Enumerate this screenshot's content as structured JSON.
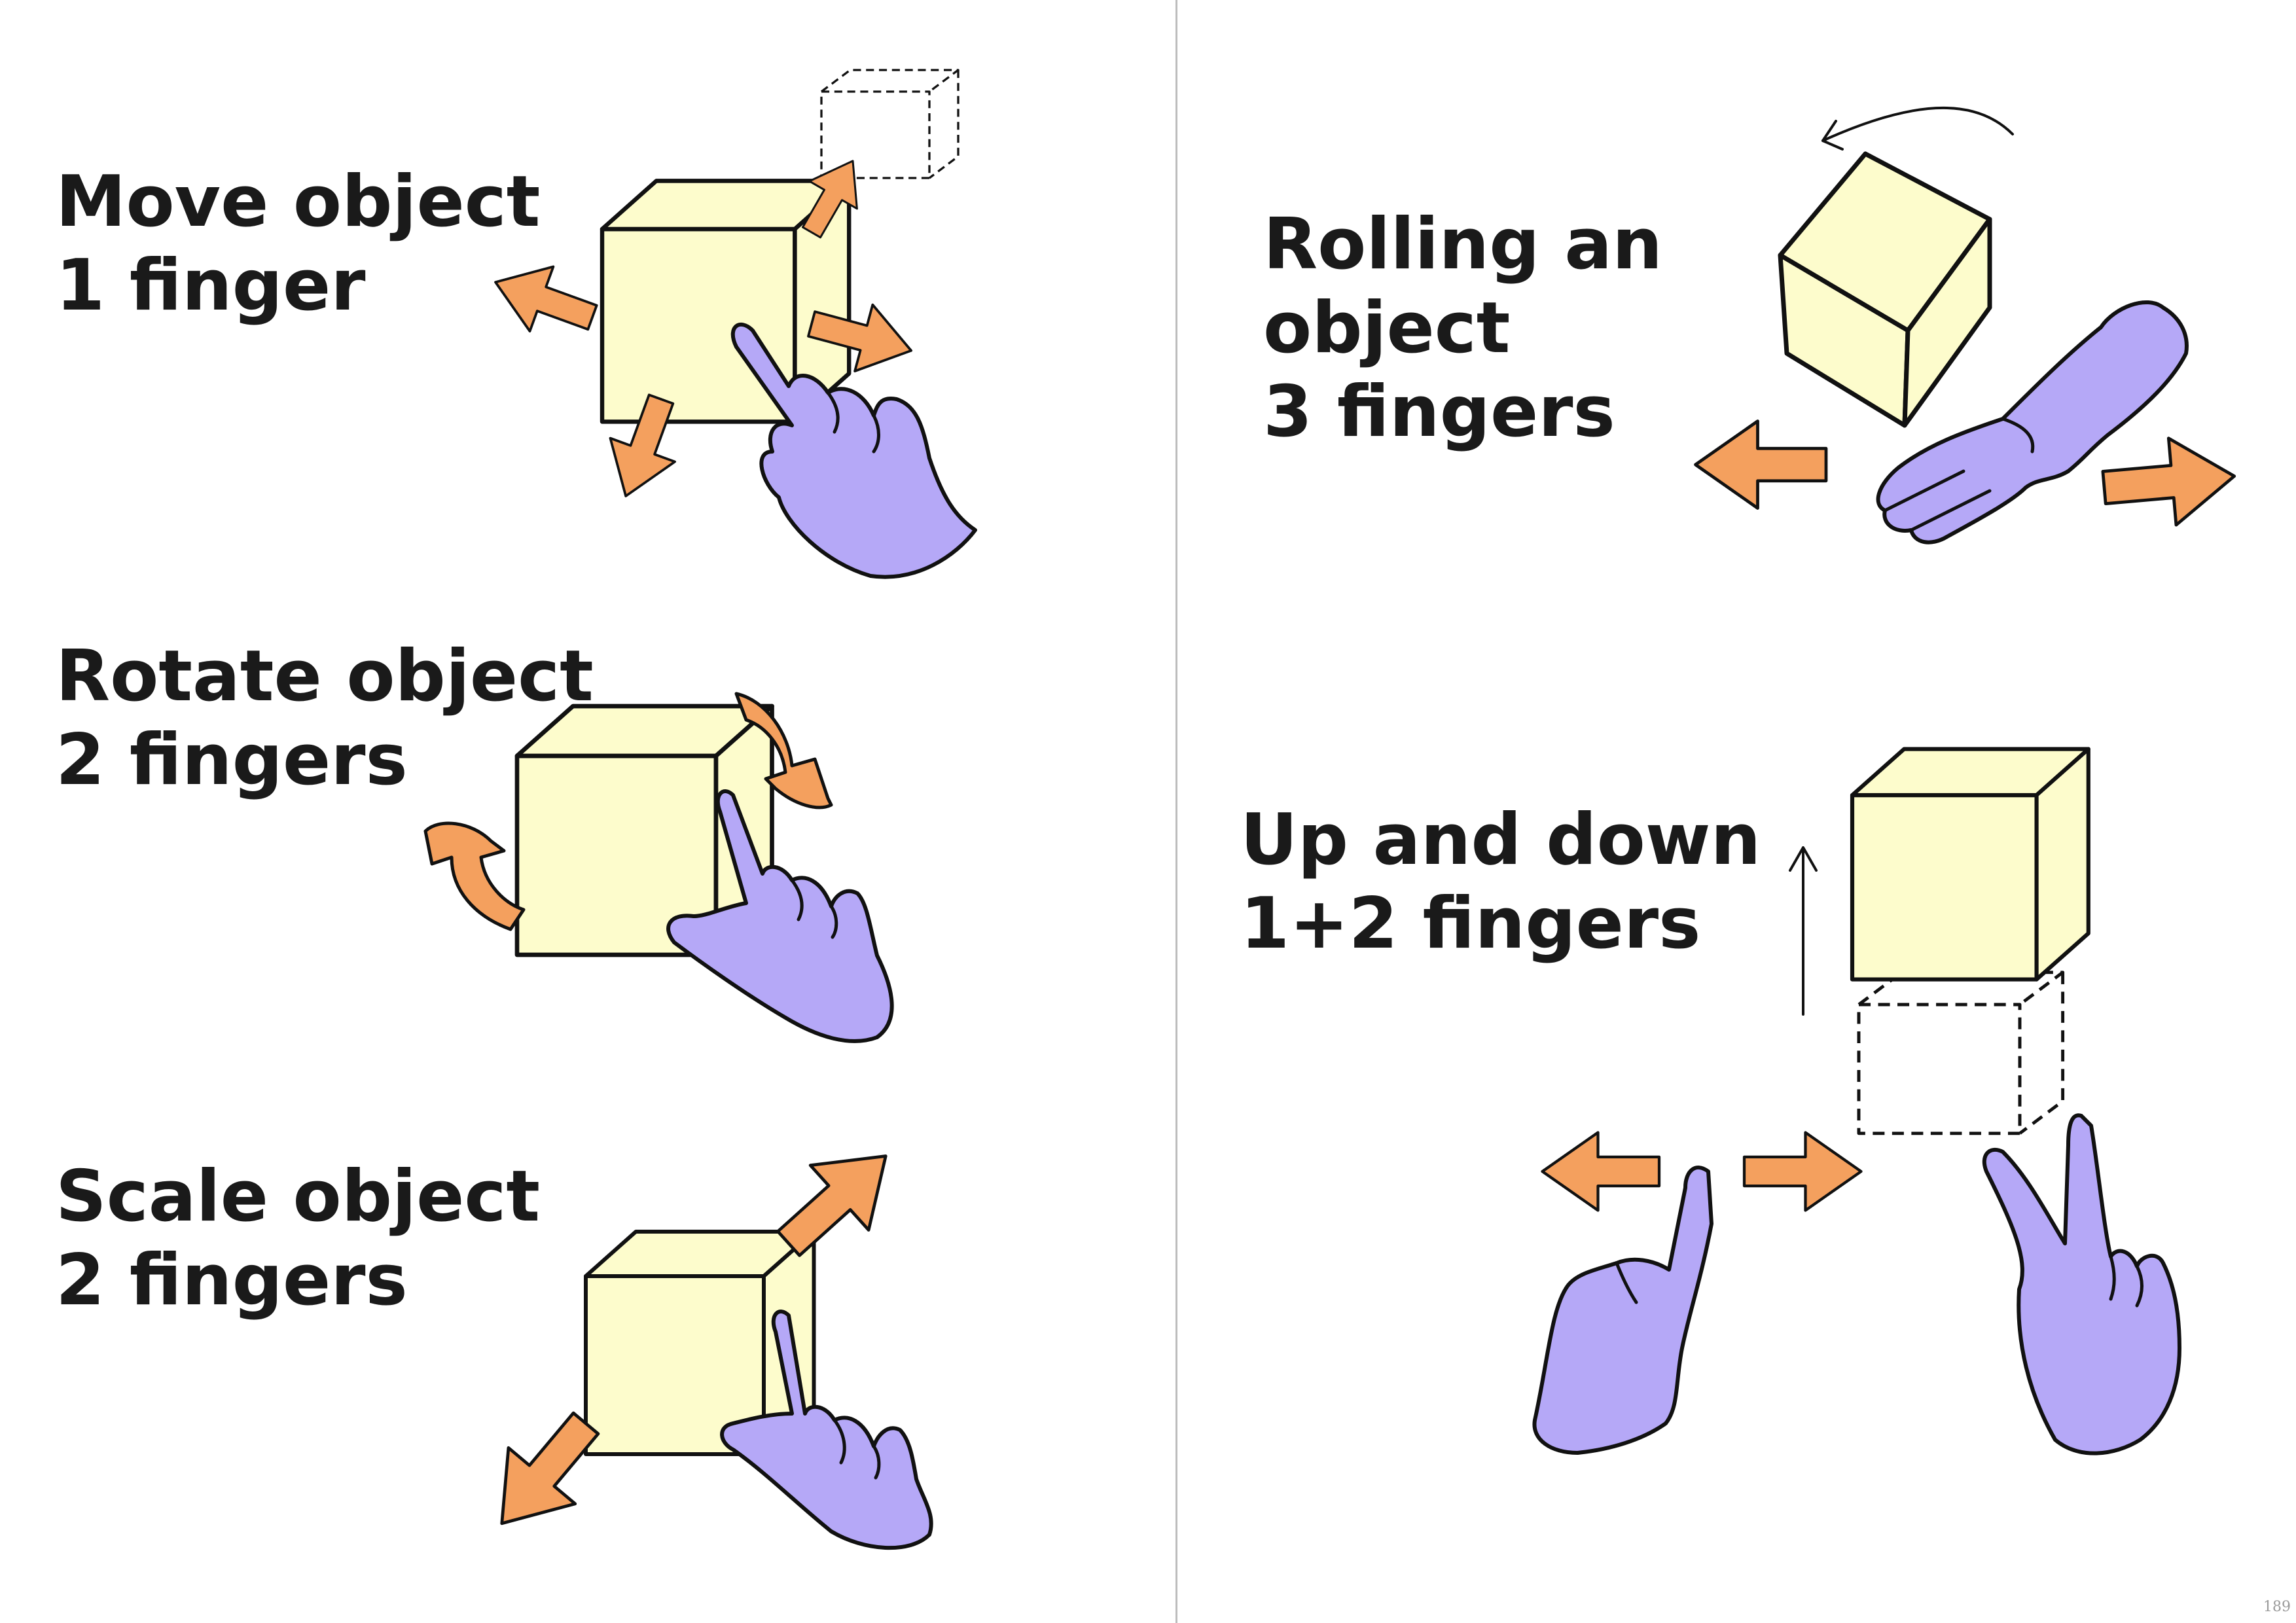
{
  "panels": [
    {
      "id": "move",
      "title_lines": [
        "Move object",
        "1 finger"
      ]
    },
    {
      "id": "rotate",
      "title_lines": [
        "Rotate object",
        "2 fingers"
      ]
    },
    {
      "id": "scale",
      "title_lines": [
        "Scale object",
        "2 fingers"
      ]
    },
    {
      "id": "roll",
      "title_lines": [
        "Rolling an",
        "object",
        "3 fingers"
      ]
    },
    {
      "id": "updown",
      "title_lines": [
        "Up and down",
        "1+2 fingers"
      ]
    }
  ],
  "page_number": "189",
  "colors": {
    "cube": "#fdfccc",
    "hand": "#b5a8f7",
    "arrow": "#f4a05e",
    "outline": "#111111",
    "divider": "#bdbdbd"
  },
  "icons": [
    "cube-icon",
    "ghost-cube-icon",
    "hand-icon",
    "arrow-icon"
  ]
}
